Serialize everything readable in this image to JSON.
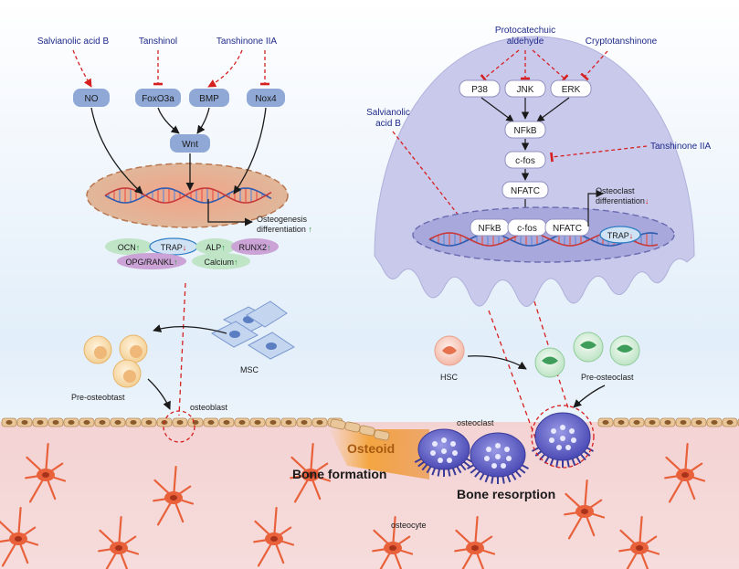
{
  "left_panel": {
    "drugs": {
      "salvianolic_b": "Salvianolic acid B",
      "tanshinol": "Tanshinol",
      "tanshinone_iia": "Tanshinone IIA"
    },
    "targets": {
      "no": "NO",
      "foxo3a": "FoxO3a",
      "bmp": "BMP",
      "nox4": "Nox4"
    },
    "wnt": "Wnt",
    "outcome": {
      "line1": "Osteogenesis",
      "line2": "differentiation",
      "arrow": "↑"
    },
    "markers": {
      "ocn": "OCN",
      "ocn_arrow": "↑",
      "trap": "TRAP",
      "trap_arrow": "↓",
      "alp": "ALP",
      "alp_arrow": "↑",
      "runx2": "RUNX2",
      "runx2_arrow": "↑",
      "opg_rankl": "OPG/RANKL",
      "opg_rankl_arrow": "↑",
      "calcium": "Calcium",
      "calcium_arrow": "↑"
    },
    "msc": "MSC",
    "pre_osteoblast": "Pre-osteobtast",
    "osteoblast": "osteoblast"
  },
  "right_panel": {
    "drugs": {
      "protocatechuic_l1": "Protocatechuic",
      "protocatechuic_l2": "aldehyde",
      "cryptotanshinone": "Cryptotanshinone",
      "salvianolic_l1": "Salvianolic",
      "salvianolic_l2": "acid B",
      "tanshinone_iia": "Tanshinone IIA"
    },
    "nodes": {
      "p38": "P38",
      "jnk": "JNK",
      "erk": "ERK",
      "nfkb": "NFkB",
      "cfos": "c-fos",
      "nfatc": "NFATC",
      "nuc_nfkb": "NFkB",
      "nuc_cfos": "c-fos",
      "nuc_nfatc": "NFATC",
      "trap": "TRAP",
      "trap_arrow": "↓"
    },
    "outcome": {
      "line1": "Osteoclast",
      "line2": "differentiation",
      "arrow": "↓"
    },
    "hsc": "HSC",
    "pre_osteoclast": "Pre-osteoclast",
    "osteoclast": "osteoclast"
  },
  "bottom": {
    "osteoid": "Osteoid",
    "bone_formation": "Bone formation",
    "bone_resorption": "Bone resorption",
    "osteocyte": "osteocyte"
  },
  "colors": {
    "drug_text": "#1f2a8a",
    "inhibit_red": "#d62020",
    "node_blue": "#8fa8d6",
    "cell_body": "#c9c9ec",
    "bone": "#f2cccc",
    "osteocyte": "#e8613a"
  }
}
